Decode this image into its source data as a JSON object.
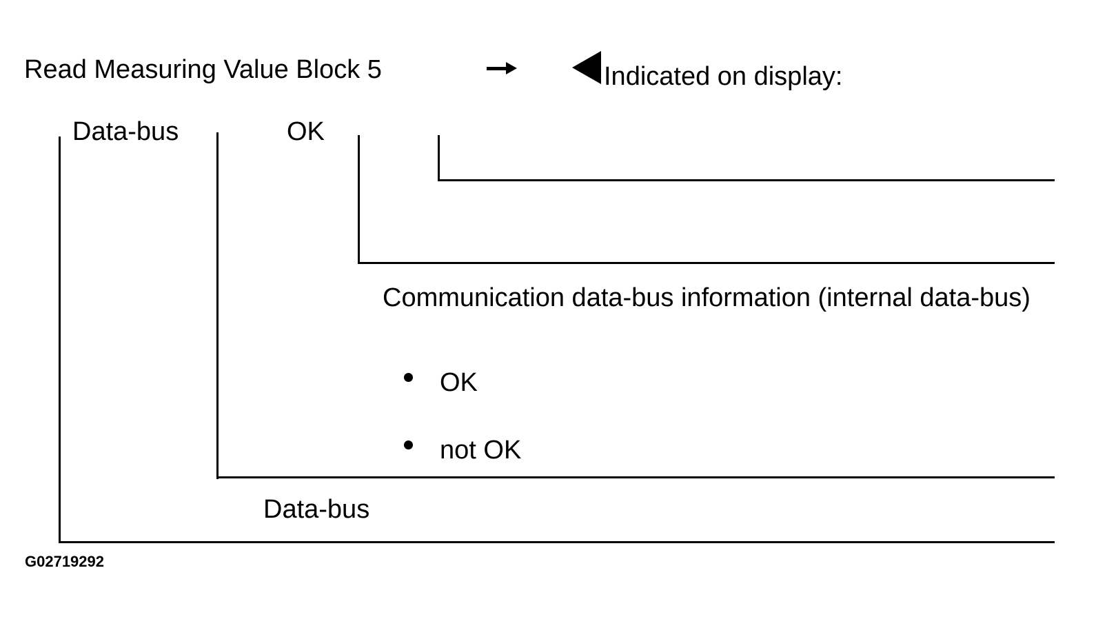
{
  "header": {
    "instruction": "Read Measuring Value Block 5",
    "arrow_icon": "right-arrow-icon",
    "pointer_icon": "left-triangle-pointer-icon",
    "display_label": "Indicated on display:"
  },
  "display_fields": {
    "field1": "Data-bus",
    "field2": "OK"
  },
  "legend": {
    "field2_description": "Communication data-bus information (internal data-bus)",
    "options": [
      "OK",
      "not OK"
    ],
    "field1_description": "Data-bus"
  },
  "figure_id": "G02719292"
}
